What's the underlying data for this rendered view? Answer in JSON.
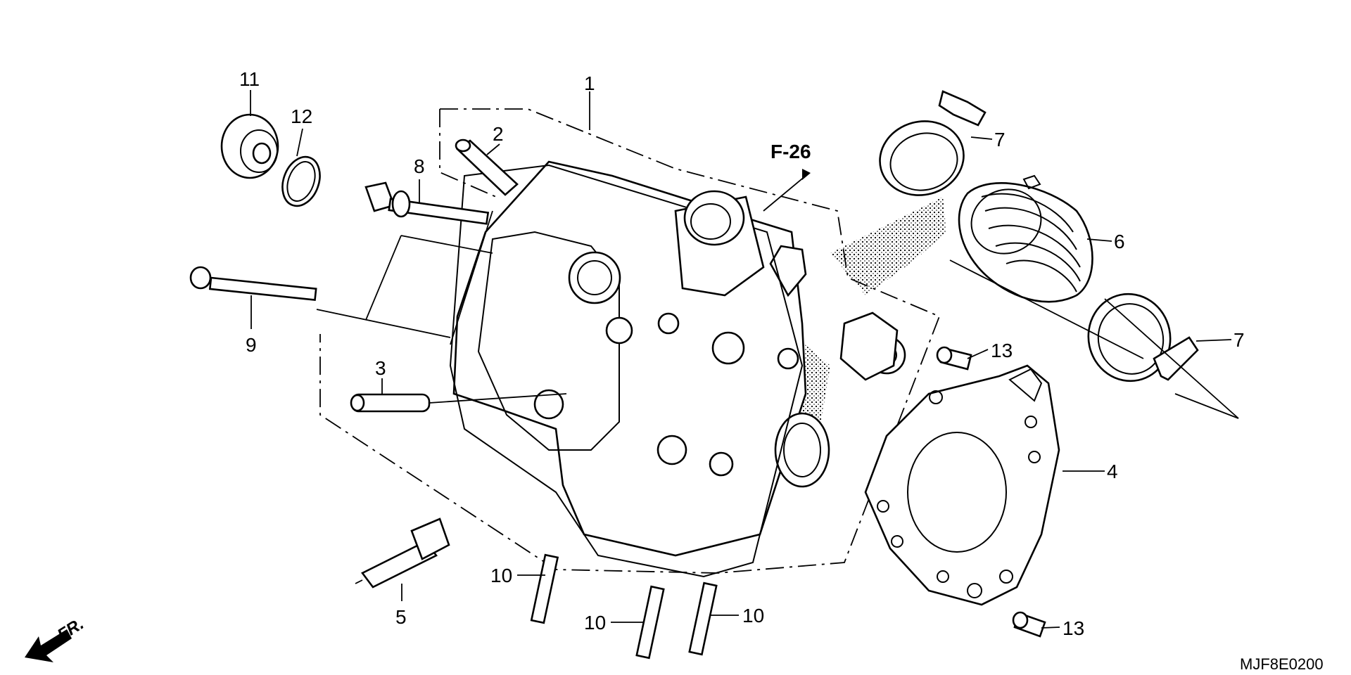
{
  "diagram": {
    "callouts": [
      {
        "id": "1",
        "label": "1"
      },
      {
        "id": "2",
        "label": "2"
      },
      {
        "id": "3",
        "label": "3"
      },
      {
        "id": "4",
        "label": "4"
      },
      {
        "id": "5",
        "label": "5"
      },
      {
        "id": "6",
        "label": "6"
      },
      {
        "id": "7a",
        "label": "7"
      },
      {
        "id": "7b",
        "label": "7"
      },
      {
        "id": "8",
        "label": "8"
      },
      {
        "id": "9",
        "label": "9"
      },
      {
        "id": "10a",
        "label": "10"
      },
      {
        "id": "10b",
        "label": "10"
      },
      {
        "id": "10c",
        "label": "10"
      },
      {
        "id": "11",
        "label": "11"
      },
      {
        "id": "12",
        "label": "12"
      },
      {
        "id": "13a",
        "label": "13"
      },
      {
        "id": "13b",
        "label": "13"
      }
    ],
    "reference": "F-26",
    "front_marker": "FR.",
    "diagram_code": "MJF8E0200"
  },
  "colors": {
    "ink": "#000000",
    "paper": "#ffffff"
  }
}
